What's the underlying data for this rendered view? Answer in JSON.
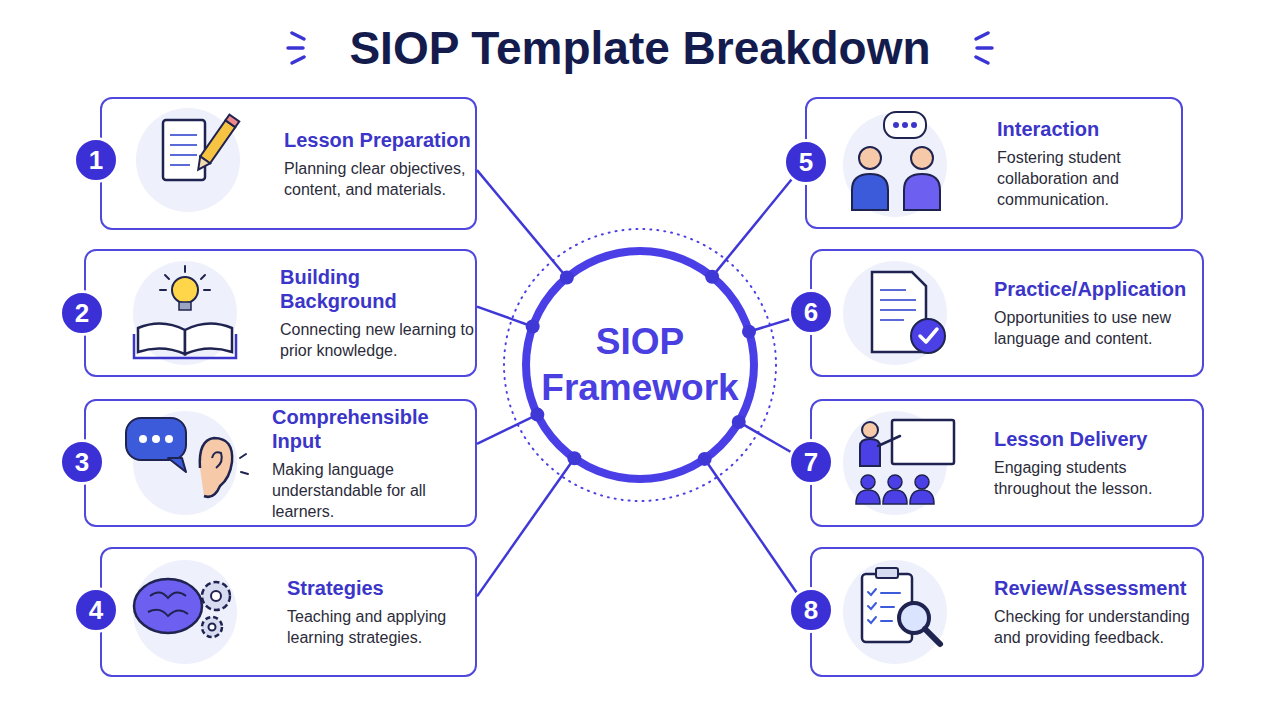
{
  "diagram": {
    "title": "SIOP Template Breakdown",
    "nodes": [
      {
        "text": [
          "SIOP Framework"
        ]
      },
      {
        "text": [
          "Lesson Preparation",
          "Planning clear objectives, content, and materials."
        ]
      },
      {
        "text": [
          "Building Background",
          "Connecting new learning to prior knowledge."
        ]
      },
      {
        "text": [
          "Comprehensible Input",
          "Making language understandable for all learners."
        ]
      },
      {
        "text": [
          "Strategies",
          "Teaching and applying learning strategies."
        ]
      },
      {
        "text": [
          "Interaction",
          "Fostering student collaboration and communication."
        ]
      },
      {
        "text": [
          "Practice/Application",
          "Opportunities to use new language and content."
        ]
      },
      {
        "text": [
          "Lesson Delivery",
          "Engaging students throughout the lesson."
        ]
      },
      {
        "text": [
          "Review/Assessment",
          "Checking for understanding and providing feedback."
        ]
      }
    ],
    "edges": [
      {
        "from": 0,
        "to": 1,
        "arrow": "none"
      },
      {
        "from": 0,
        "to": 2,
        "arrow": "none"
      },
      {
        "from": 0,
        "to": 3,
        "arrow": "none"
      },
      {
        "from": 0,
        "to": 4,
        "arrow": "none"
      },
      {
        "from": 0,
        "to": 5,
        "arrow": "none"
      },
      {
        "from": 0,
        "to": 6,
        "arrow": "none"
      },
      {
        "from": 0,
        "to": 7,
        "arrow": "none"
      },
      {
        "from": 0,
        "to": 8,
        "arrow": "none"
      }
    ],
    "labels": [
      "1",
      "2",
      "3",
      "4",
      "5",
      "6",
      "7",
      "8"
    ]
  }
}
